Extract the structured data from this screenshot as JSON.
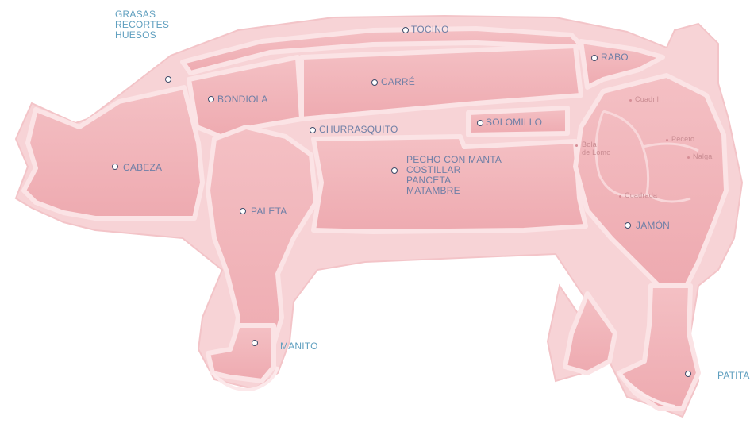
{
  "cuts": {
    "grasas": [
      "GRASAS",
      "RECORTES",
      "HUESOS"
    ],
    "tocino": "TOCINO",
    "rabo": "RABO",
    "bondiola": "BONDIOLA",
    "carre": "CARRÉ",
    "churrasquito": "CHURRASQUITO",
    "solomillo": "SOLOMILLO",
    "cabeza": "CABEZA",
    "pecho": [
      "PECHO CON MANTA",
      "COSTILLAR",
      "PANCETA",
      "MATAMBRE"
    ],
    "paleta": "PALETA",
    "jamon": "JAMÓN",
    "manito": "MANITO",
    "patita": "PATITA"
  },
  "jamon_parts": {
    "cuadril": "Cuadril",
    "bola_de_lomo": [
      "Bola",
      "de Lomo"
    ],
    "peceto": "Peceto",
    "nalga": "Nalga",
    "cuadrada": "Cuadrada"
  },
  "colors": {
    "cut_fill": "#f2b3b8",
    "outline": "#f6cfd2",
    "label_inside": "#6f7fa6",
    "label_outside": "#5f9fbf"
  }
}
